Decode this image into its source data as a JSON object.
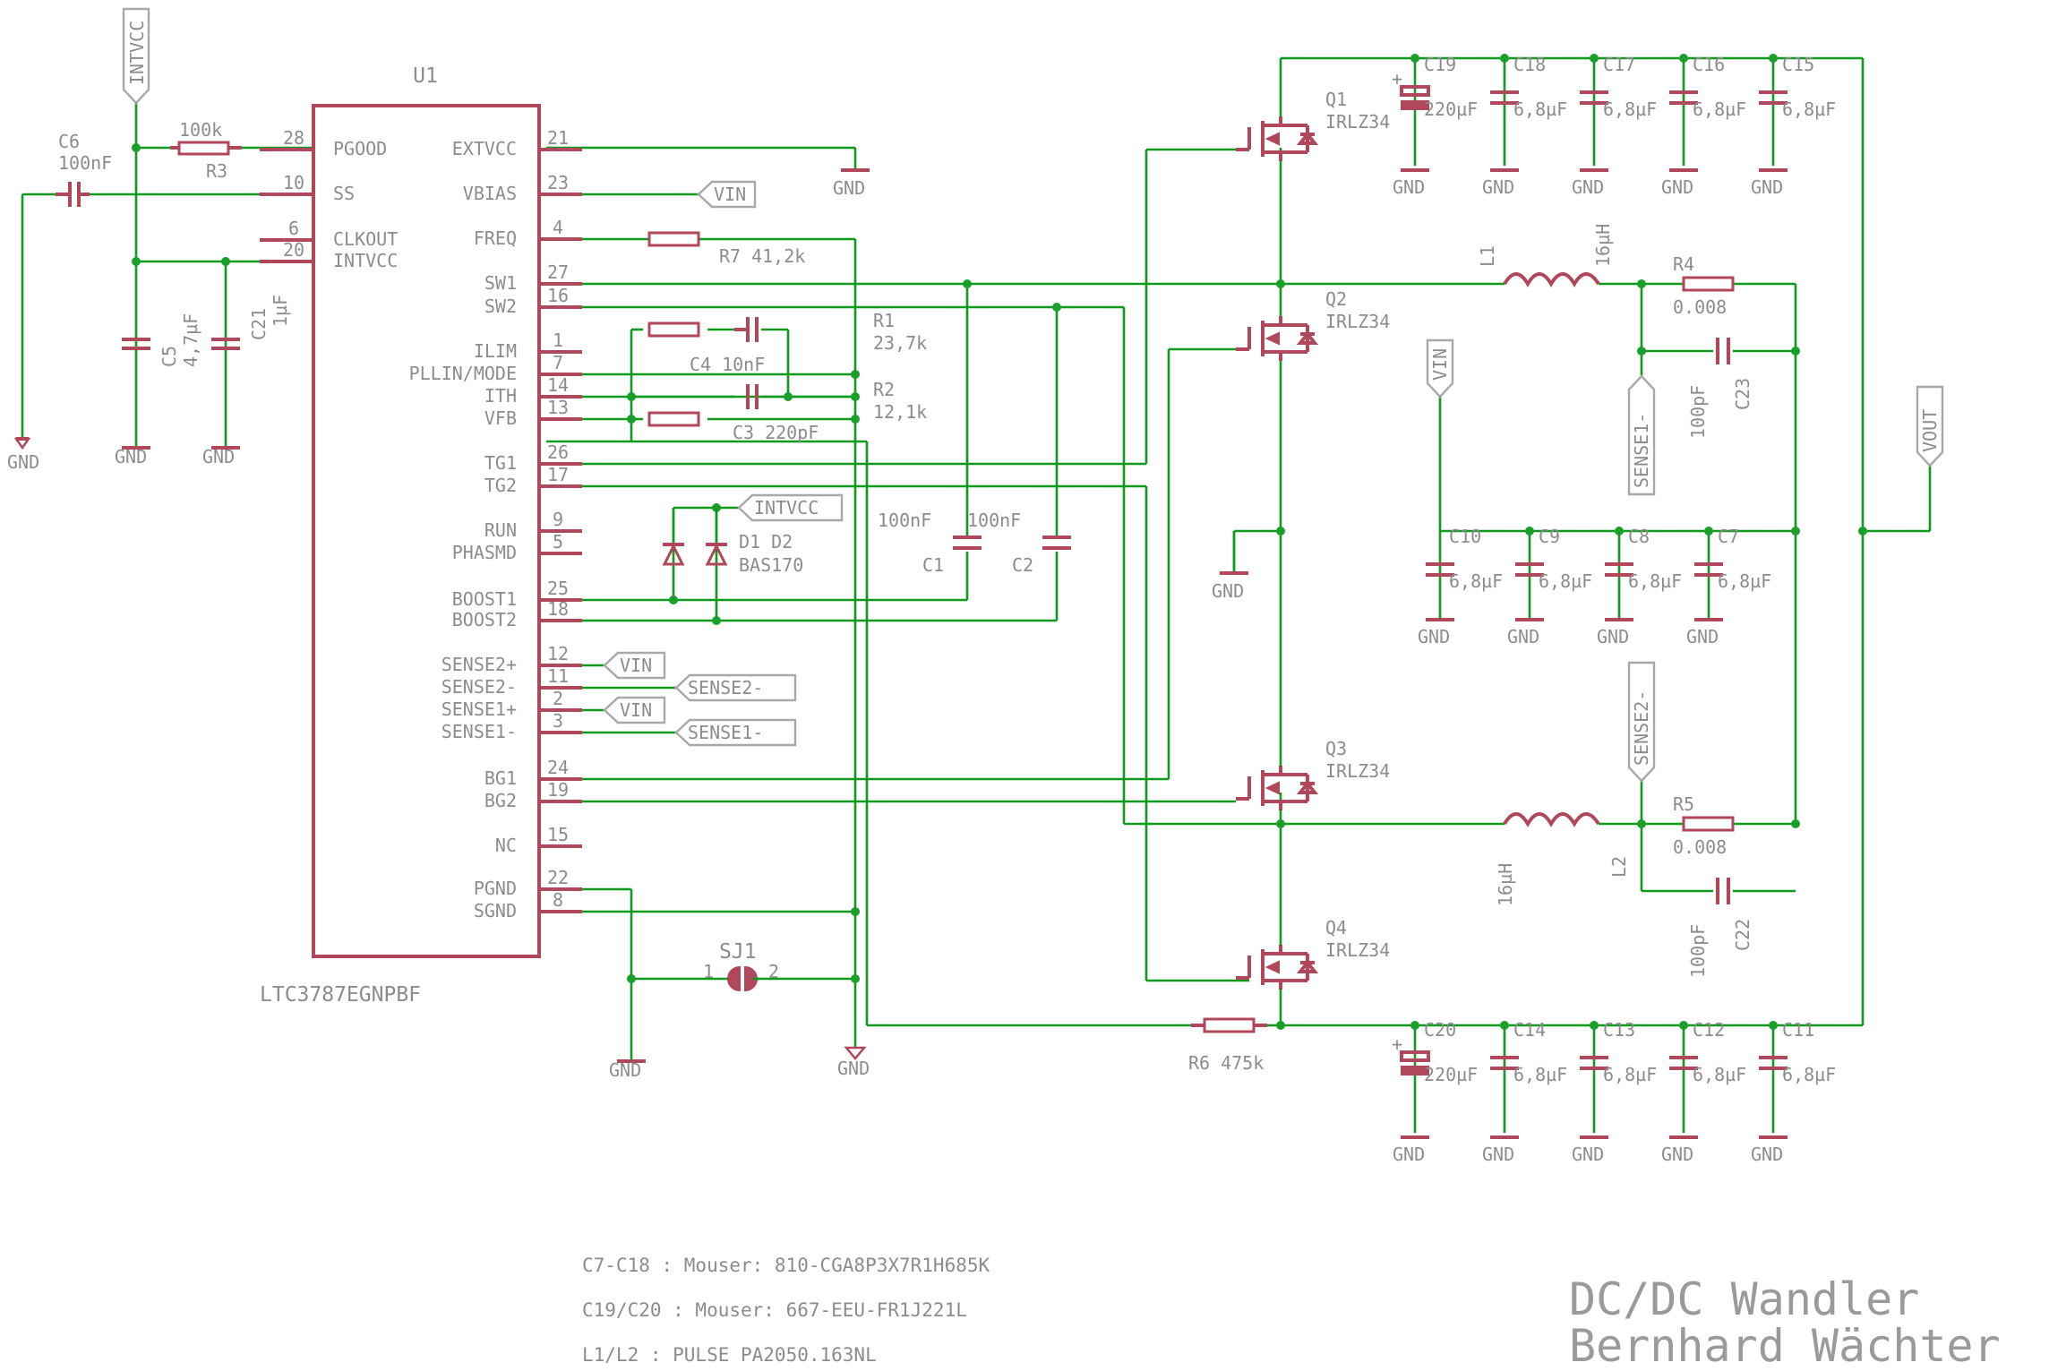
{
  "ic": {
    "ref": "U1",
    "value": "LTC3787EGNPBF",
    "left_pins": [
      {
        "name": "PGOOD",
        "num": "28"
      },
      {
        "name": "SS",
        "num": "10"
      },
      {
        "name": "CLKOUT",
        "num": "6"
      },
      {
        "name": "INTVCC",
        "num": "20"
      }
    ],
    "right_pins": [
      {
        "name": "EXTVCC",
        "num": "21"
      },
      {
        "name": "VBIAS",
        "num": "23"
      },
      {
        "name": "FREQ",
        "num": "4"
      },
      {
        "name": "SW1",
        "num": "27"
      },
      {
        "name": "SW2",
        "num": "16"
      },
      {
        "name": "ILIM",
        "num": "1"
      },
      {
        "name": "PLLIN/MODE",
        "num": "7"
      },
      {
        "name": "ITH",
        "num": "14"
      },
      {
        "name": "VFB",
        "num": "13"
      },
      {
        "name": "TG1",
        "num": "26"
      },
      {
        "name": "TG2",
        "num": "17"
      },
      {
        "name": "RUN",
        "num": "9"
      },
      {
        "name": "PHASMD",
        "num": "5"
      },
      {
        "name": "BOOST1",
        "num": "25"
      },
      {
        "name": "BOOST2",
        "num": "18"
      },
      {
        "name": "SENSE2+",
        "num": "12"
      },
      {
        "name": "SENSE2-",
        "num": "11"
      },
      {
        "name": "SENSE1+",
        "num": "2"
      },
      {
        "name": "SENSE1-",
        "num": "3"
      },
      {
        "name": "BG1",
        "num": "24"
      },
      {
        "name": "BG2",
        "num": "19"
      },
      {
        "name": "NC",
        "num": "15"
      },
      {
        "name": "PGND",
        "num": "22"
      },
      {
        "name": "SGND",
        "num": "8"
      }
    ]
  },
  "ports": {
    "intvcc": "INTVCC",
    "vin": "VIN",
    "vout": "VOUT",
    "sense1": "SENSE1-",
    "sense2": "SENSE2-",
    "gnd": "GND"
  },
  "parts": {
    "C6": {
      "ref": "C6",
      "val": "100nF"
    },
    "R3": {
      "ref": "R3",
      "val": "100k"
    },
    "C5": {
      "ref": "C5",
      "val": "4,7µF"
    },
    "C21": {
      "ref": "C21",
      "val": "1µF"
    },
    "R7": {
      "ref": "R7",
      "val": "41,2k"
    },
    "R1": {
      "ref": "R1",
      "val": "23,7k"
    },
    "R2": {
      "ref": "R2",
      "val": "12,1k"
    },
    "C4": {
      "ref": "C4",
      "val": "10nF"
    },
    "C3": {
      "ref": "C3",
      "val": "220pF"
    },
    "C1": {
      "ref": "C1",
      "val": "100nF"
    },
    "C2": {
      "ref": "C2",
      "val": "100nF"
    },
    "D": {
      "ref": "D1 D2",
      "val": "BAS170"
    },
    "SJ1": {
      "ref": "SJ1",
      "p1": "1",
      "p2": "2"
    },
    "R6": {
      "ref": "R6",
      "val": "475k"
    },
    "Q1": {
      "ref": "Q1",
      "val": "IRLZ34"
    },
    "Q2": {
      "ref": "Q2",
      "val": "IRLZ34"
    },
    "Q3": {
      "ref": "Q3",
      "val": "IRLZ34"
    },
    "Q4": {
      "ref": "Q4",
      "val": "IRLZ34"
    },
    "L1": {
      "ref": "L1",
      "val": "16µH"
    },
    "L2": {
      "ref": "L2",
      "val": "16µH"
    },
    "R4": {
      "ref": "R4",
      "val": "0.008"
    },
    "R5": {
      "ref": "R5",
      "val": "0.008"
    },
    "C23": {
      "ref": "C23",
      "val": "100pF"
    },
    "C22": {
      "ref": "C22",
      "val": "100pF"
    },
    "C19": {
      "ref": "C19",
      "val": "220µF"
    },
    "C18": {
      "ref": "C18",
      "val": "6,8µF"
    },
    "C17": {
      "ref": "C17",
      "val": "6,8µF"
    },
    "C16": {
      "ref": "C16",
      "val": "6,8µF"
    },
    "C15": {
      "ref": "C15",
      "val": "6,8µF"
    },
    "C20": {
      "ref": "C20",
      "val": "220µF"
    },
    "C14": {
      "ref": "C14",
      "val": "6,8µF"
    },
    "C13": {
      "ref": "C13",
      "val": "6,8µF"
    },
    "C12": {
      "ref": "C12",
      "val": "6,8µF"
    },
    "C11": {
      "ref": "C11",
      "val": "6,8µF"
    },
    "C10": {
      "ref": "C10",
      "val": "6,8µF"
    },
    "C9": {
      "ref": "C9",
      "val": "6,8µF"
    },
    "C8": {
      "ref": "C8",
      "val": "6,8µF"
    },
    "C7": {
      "ref": "C7",
      "val": "6,8µF"
    }
  },
  "notes": [
    "C7-C18 : Mouser: 810-CGA8P3X7R1H685K",
    "C19/C20 : Mouser: 667-EEU-FR1J221L",
    "L1/L2 : PULSE PA2050.163NL"
  ],
  "title": {
    "line1": "DC/DC Wandler",
    "line2": "Bernhard Wächter"
  },
  "colors": {
    "wire": "#0f9a1e",
    "symbol": "#b0475a",
    "label": "#8c8c8c"
  }
}
